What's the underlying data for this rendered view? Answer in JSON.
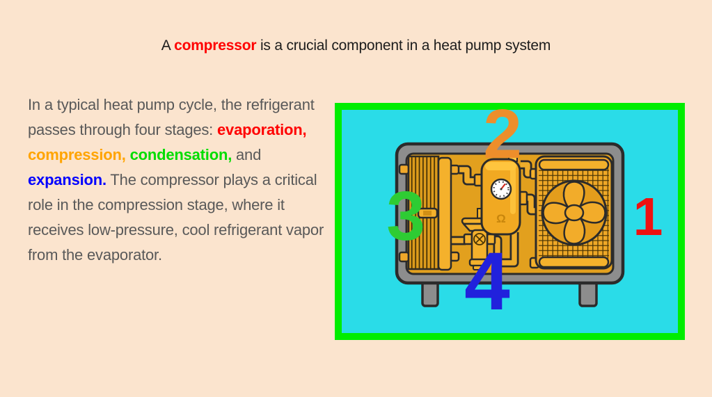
{
  "title": {
    "prefix": "A ",
    "highlight": "compressor",
    "suffix": " is a crucial component in a heat pump system"
  },
  "paragraph": {
    "intro": "In a typical heat pump cycle, the refrigerant passes through four stages: ",
    "stage1": "evaporation,",
    "sep1": " ",
    "stage2": "compression,",
    "sep2": " ",
    "stage3": "condensation,",
    "sep3": " and ",
    "stage4": "expansion.",
    "outro": " The compressor plays a critical role in the compression stage, where it receives low-pressure, cool refrigerant vapor from the evaporator."
  },
  "colors": {
    "page_background": "#fbe4ce",
    "title_text": "#1c1c1c",
    "title_highlight_red": "#ff0000",
    "body_text": "#595959",
    "evaporation_red": "#ff0000",
    "compression_orange": "#ffa400",
    "condensation_green": "#00dd00",
    "expansion_blue": "#0000ff",
    "diagram_border_green": "#00ed00",
    "diagram_background_cyan": "#2adce8",
    "machine_gray": "#8d8d8d",
    "machine_outline": "#2b2b2b",
    "machine_panel_orange": "#e2a01e",
    "machine_part_orange": "#f4b12c"
  },
  "diagram": {
    "description": "Cartoon heat pump unit with numbered stage labels",
    "labels": [
      {
        "text": "1",
        "color": "#ee1111"
      },
      {
        "text": "2",
        "color": "#ed8e2b"
      },
      {
        "text": "3",
        "color": "#2ecc33"
      },
      {
        "text": "4",
        "color": "#2121dc"
      }
    ]
  }
}
